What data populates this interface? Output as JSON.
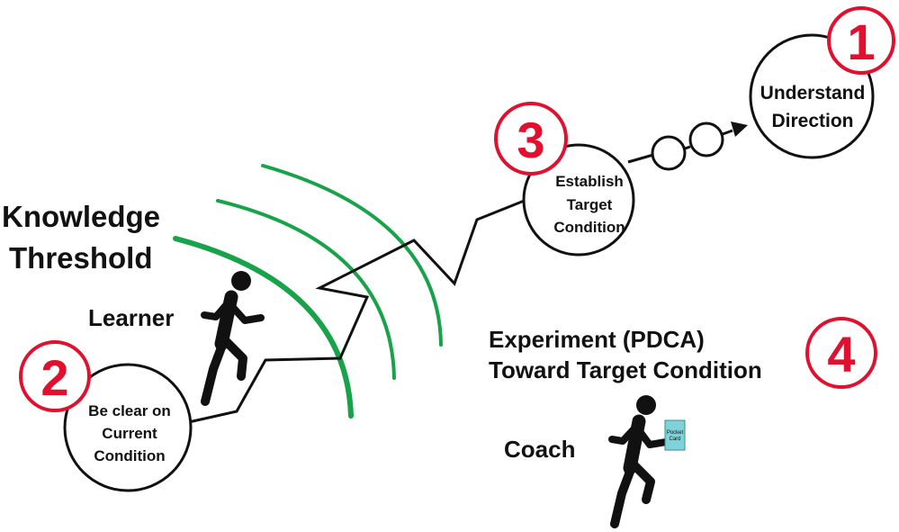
{
  "colors": {
    "arc": "#18a34a",
    "number": "#e0102e",
    "line": "#111111",
    "card": "#7fd3d8"
  },
  "steps": {
    "step1": {
      "number": "1",
      "line1": "Understand",
      "line2": "Direction"
    },
    "step2": {
      "number": "2",
      "line1": "Be clear on",
      "line2": "Current",
      "line3": "Condition"
    },
    "step3": {
      "number": "3",
      "line1": "Establish",
      "line2": "Target",
      "line3": "Condition"
    },
    "step4": {
      "number": "4",
      "line1": "Experiment (PDCA)",
      "line2": "Toward Target Condition"
    }
  },
  "labels": {
    "threshold_line1": "Knowledge",
    "threshold_line2": "Threshold",
    "learner": "Learner",
    "coach": "Coach",
    "card_line1": "Pocket",
    "card_line2": "Card"
  },
  "icons": [
    "runner-learner-icon",
    "runner-coach-icon",
    "pocket-card-icon",
    "arrow-icon"
  ]
}
